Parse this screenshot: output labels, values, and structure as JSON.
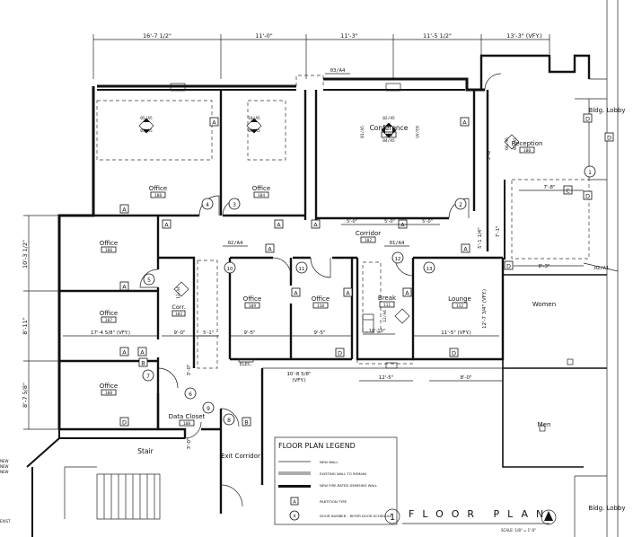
{
  "dimensions": {
    "top": [
      "16'-7 1/2\"",
      "11'-0\"",
      "11'-3\"",
      "11'-5 1/2\"",
      "13'-3\" (VFY.)"
    ],
    "left": [
      "10'-3 1/2\"",
      "8'-11\"",
      "8'-7 5/8\""
    ],
    "inner": [
      "5'-0\"",
      "5'-0\"",
      "5'-0\"",
      "17'-4 5/8\" (VFY.)",
      "9'-0\"",
      "9'-5\"",
      "9'-5\"",
      "11'-5\" (VFY.)",
      "10'-8 5/8\"",
      "(VFY.)",
      "12'-5\"",
      "8'-0\"",
      "5'-1 1/4\"",
      "7'-1\"",
      "5'-6\"",
      "12'-7 3/4\" (VFY.)",
      "7'-8\"",
      "8'-3\"",
      "3'-0\"",
      "3'-0\"",
      "5'-1\"",
      "10'-10\""
    ]
  },
  "rooms": {
    "office_top_left": {
      "name": "Office",
      "number": "108"
    },
    "office_top_mid": {
      "name": "Office",
      "number": "104"
    },
    "conference": {
      "name": "Conference",
      "number": "103"
    },
    "reception": {
      "name": "Reception",
      "number": "100"
    },
    "office_left_1": {
      "name": "Office",
      "number": "106"
    },
    "office_left_2": {
      "name": "Office",
      "number": "107"
    },
    "office_left_3": {
      "name": "Office",
      "number": "108"
    },
    "corridor_main": {
      "name": "Corridor",
      "number": "102"
    },
    "corr_small": {
      "name": "Corr.",
      "number": "102"
    },
    "office_mid_1": {
      "name": "Office",
      "number": "109"
    },
    "office_mid_2": {
      "name": "Office",
      "number": "110"
    },
    "break": {
      "name": "Break",
      "number": "111"
    },
    "lounge": {
      "name": "Lounge",
      "number": "112"
    },
    "women": {
      "name": "Women"
    },
    "men": {
      "name": "Men"
    },
    "data_closet": {
      "name": "Data Closet",
      "number": "108"
    },
    "stair": {
      "name": "Stair"
    },
    "exit_corridor": {
      "name": "Exit Corridor"
    },
    "bldg_lobby_top": {
      "name": "Bldg. Lobby"
    },
    "bldg_lobby_bottom": {
      "name": "Bldg. Lobby"
    }
  },
  "elevation_tags": {
    "e1": {
      "top": "05/A5",
      "bottom": "07/A5"
    },
    "e2": {
      "top": "10/A5",
      "bottom": "09/A5"
    },
    "e3": {
      "top": "02/A5",
      "left": "01/A5",
      "right": "03/A5",
      "bottom": "04/A5"
    },
    "e4": {
      "top": "06/A5",
      "bottom": "05/A5"
    },
    "e5": {
      "left": "12/A4",
      "right": "13/A4"
    },
    "e6": {
      "left": "12/A4"
    }
  },
  "section_marks": [
    "03/A4",
    "02/A4",
    "01/A4",
    "02/A1",
    "12/A4"
  ],
  "door_numbers": [
    "1",
    "2",
    "3",
    "4",
    "5",
    "6",
    "7",
    "8",
    "9",
    "10",
    "11",
    "12",
    "13"
  ],
  "partition_tags": [
    "A",
    "B",
    "C",
    "D"
  ],
  "legend": {
    "title": "FLOOR PLAN LEGEND",
    "items": [
      "NEW WALL",
      "EXISTING WALL TO REMAIN",
      "NEW FIRE-RATED DEMISING WALL",
      "PARTITION TYPE",
      "DOOR NUMBER – REFER DOOR SCHEDULE"
    ],
    "tag_letter": "A",
    "door_symbol": "X"
  },
  "title_block": {
    "number": "1",
    "title": "FLOOR PLAN",
    "scale": "SCALE: 1/8\" = 1'-0\""
  },
  "misc": {
    "elec": "ELEC.",
    "left_legend": [
      "NEW",
      "NEW",
      "NEW",
      "EXIST."
    ]
  }
}
